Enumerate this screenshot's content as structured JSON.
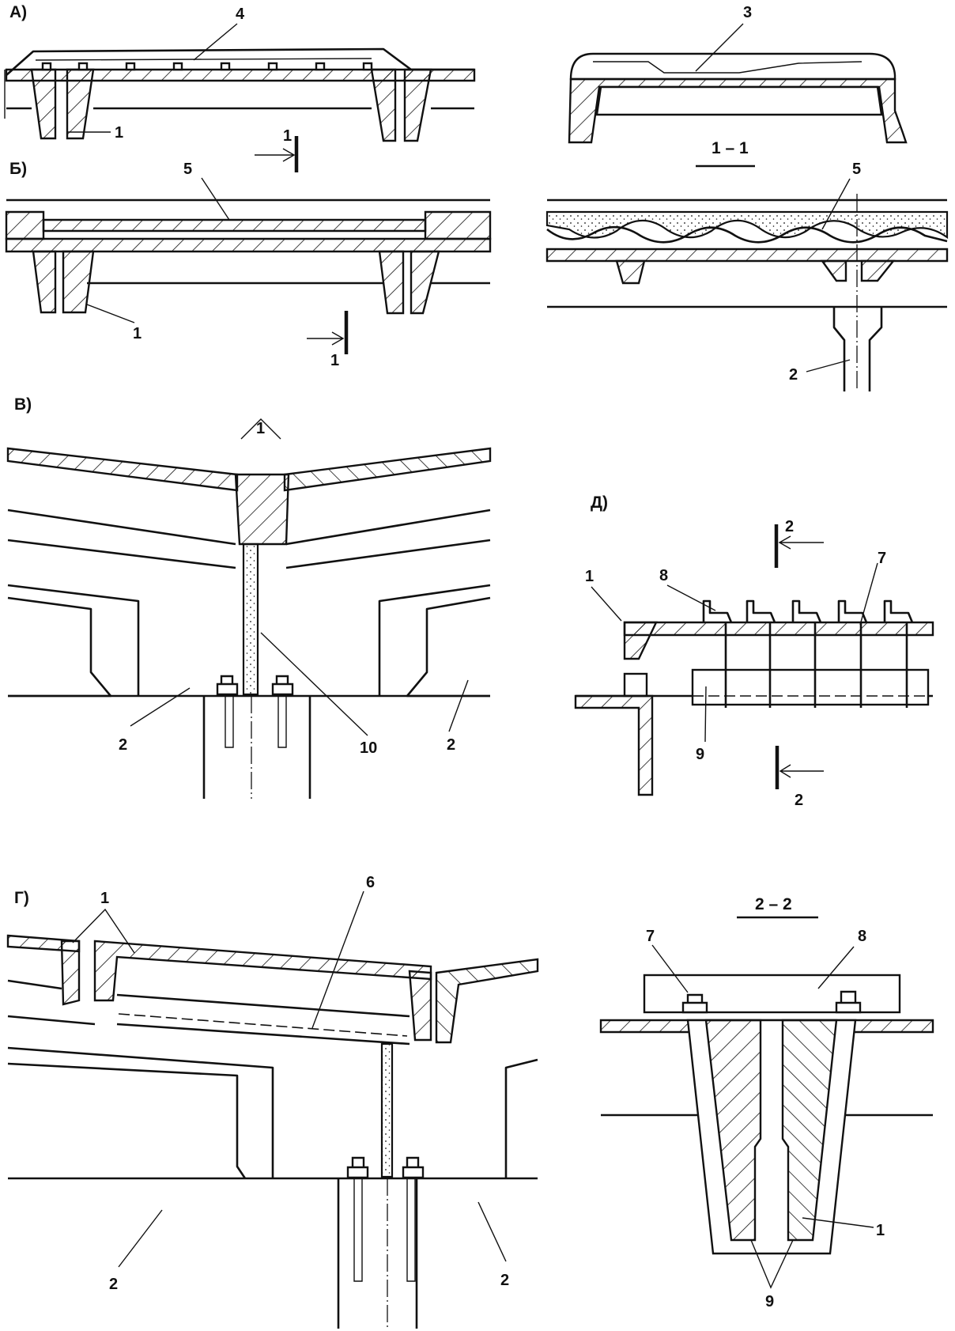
{
  "figure": {
    "panels": [
      {
        "id": "A",
        "label": "А)",
        "callouts": [
          "4",
          "1"
        ]
      },
      {
        "id": "B",
        "label": "Б)",
        "callouts": [
          "5",
          "1"
        ]
      },
      {
        "id": "V",
        "label": "В)",
        "callouts": [
          "1",
          "2",
          "10",
          "2"
        ]
      },
      {
        "id": "G",
        "label": "Г)",
        "callouts": [
          "1",
          "6",
          "2",
          "2"
        ]
      },
      {
        "id": "D",
        "label": "Д)",
        "callouts": [
          "1",
          "8",
          "7",
          "9"
        ]
      }
    ],
    "sections": [
      {
        "id": "s11",
        "title": "1 – 1",
        "callouts": [
          "3",
          "5",
          "2"
        ]
      },
      {
        "id": "s22",
        "title": "2 – 2",
        "callouts": [
          "7",
          "8",
          "1",
          "9"
        ]
      }
    ],
    "cut_marks": [
      {
        "id": "cut1-top",
        "label": "1"
      },
      {
        "id": "cut1-bottom",
        "label": "1"
      },
      {
        "id": "cut2-top",
        "label": "2"
      },
      {
        "id": "cut2-bottom",
        "label": "2"
      }
    ]
  }
}
